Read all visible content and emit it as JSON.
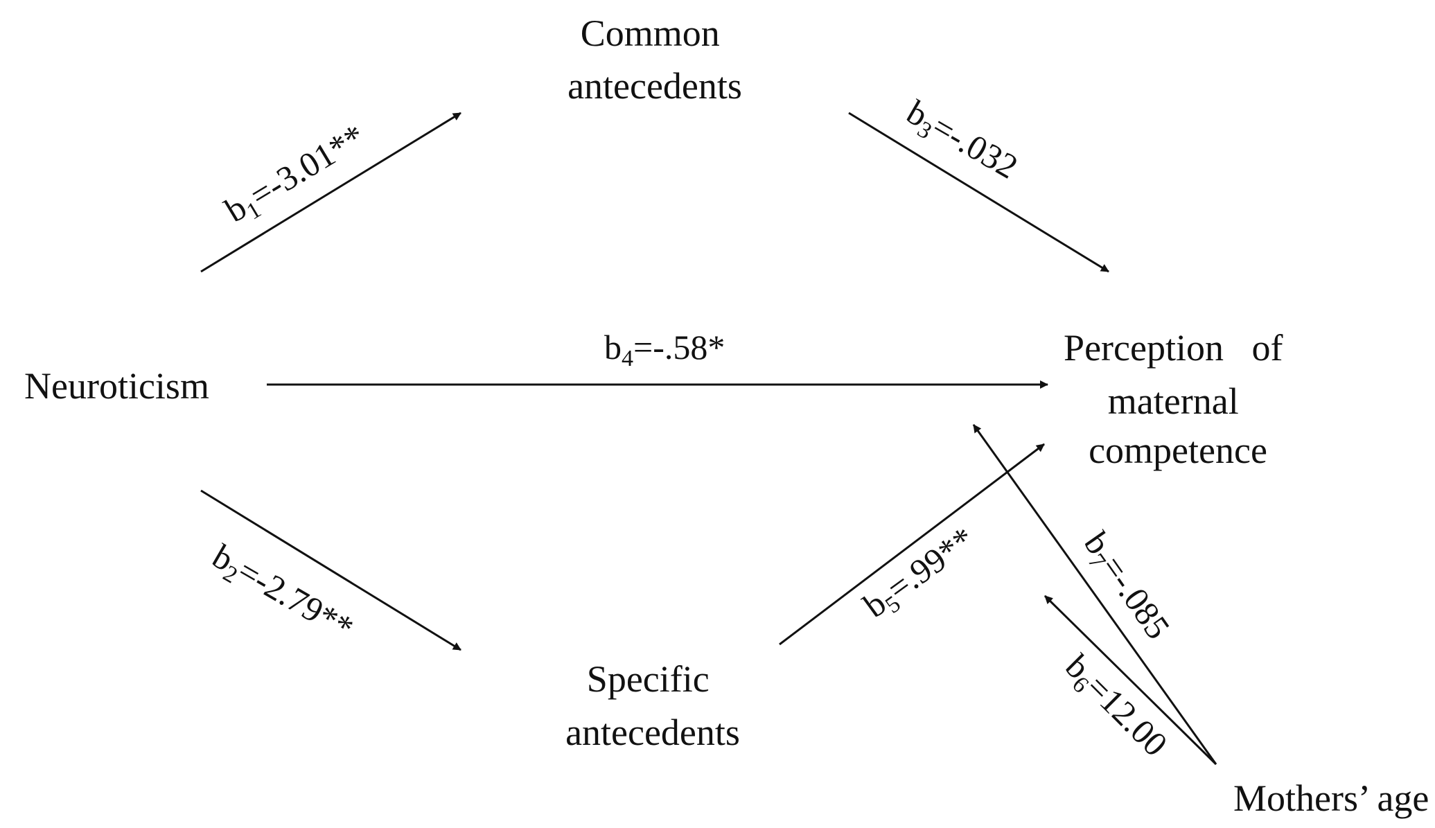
{
  "nodes": {
    "neuroticism": {
      "lines": [
        "Neuroticism"
      ]
    },
    "common": {
      "lines": [
        "Common",
        "antecedents"
      ]
    },
    "specific": {
      "lines": [
        "Specific",
        "antecedents"
      ]
    },
    "perception": {
      "lines": [
        "Perception   of",
        "maternal",
        "competence"
      ]
    },
    "age": {
      "lines": [
        "Mothers’ age"
      ]
    }
  },
  "paths": [
    {
      "id": "b1",
      "from": "neuroticism",
      "to": "common",
      "prefix": "b",
      "sub": "1",
      "value": "=-3.01**"
    },
    {
      "id": "b2",
      "from": "neuroticism",
      "to": "specific",
      "prefix": "b",
      "sub": "2",
      "value": "=-2.79**"
    },
    {
      "id": "b3",
      "from": "common",
      "to": "perception",
      "prefix": "b",
      "sub": "3",
      "value": "=-.032"
    },
    {
      "id": "b4",
      "from": "neuroticism",
      "to": "perception",
      "prefix": "b",
      "sub": "4",
      "value": "=-.58*"
    },
    {
      "id": "b5",
      "from": "specific",
      "to": "perception",
      "prefix": "b",
      "sub": "5",
      "value": "=.99**"
    },
    {
      "id": "b6",
      "from": "age",
      "to": "b5-path",
      "prefix": "b",
      "sub": "6",
      "value": "=12.00"
    },
    {
      "id": "b7",
      "from": "age",
      "to": "perception",
      "prefix": "b",
      "sub": "7",
      "value": "=-.085"
    }
  ],
  "colors": {
    "line": "#111111",
    "background": "#ffffff"
  }
}
